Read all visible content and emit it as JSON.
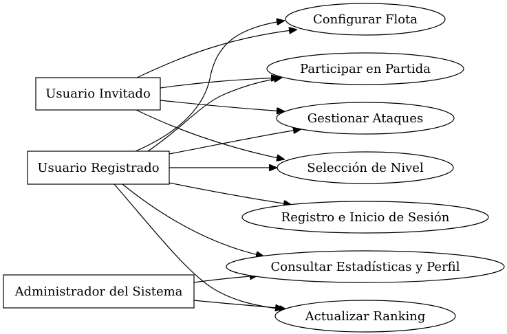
{
  "diagram": {
    "actors": [
      {
        "id": "invitado",
        "label": "Usuario Invitado"
      },
      {
        "id": "registrado",
        "label": "Usuario Registrado"
      },
      {
        "id": "admin",
        "label": "Administrador del Sistema"
      }
    ],
    "use_cases": [
      {
        "id": "flota",
        "label": "Configurar Flota"
      },
      {
        "id": "partida",
        "label": "Participar en Partida"
      },
      {
        "id": "ataques",
        "label": "Gestionar Ataques"
      },
      {
        "id": "nivel",
        "label": "Selección de Nivel"
      },
      {
        "id": "registro",
        "label": "Registro e Inicio de Sesión"
      },
      {
        "id": "estadisticas",
        "label": "Consultar Estadísticas y Perfil"
      },
      {
        "id": "ranking",
        "label": "Actualizar Ranking"
      }
    ],
    "edges": [
      {
        "from": "invitado",
        "to": "flota"
      },
      {
        "from": "invitado",
        "to": "partida"
      },
      {
        "from": "invitado",
        "to": "ataques"
      },
      {
        "from": "invitado",
        "to": "nivel"
      },
      {
        "from": "registrado",
        "to": "flota"
      },
      {
        "from": "registrado",
        "to": "partida"
      },
      {
        "from": "registrado",
        "to": "ataques"
      },
      {
        "from": "registrado",
        "to": "nivel"
      },
      {
        "from": "registrado",
        "to": "registro"
      },
      {
        "from": "registrado",
        "to": "estadisticas"
      },
      {
        "from": "registrado",
        "to": "ranking"
      },
      {
        "from": "admin",
        "to": "estadisticas"
      },
      {
        "from": "admin",
        "to": "ranking"
      }
    ]
  }
}
